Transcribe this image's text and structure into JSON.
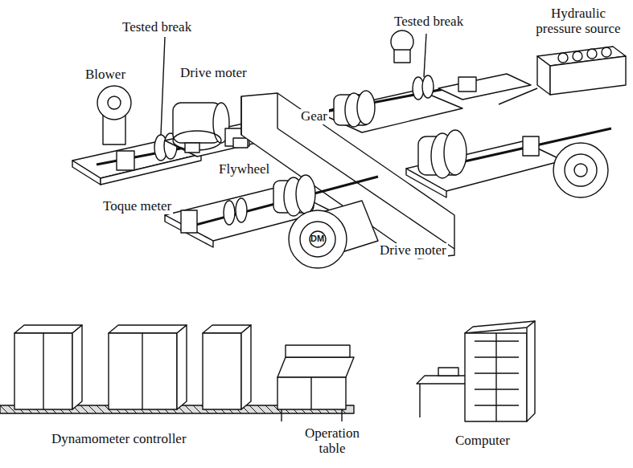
{
  "diagram": {
    "labels": [
      "Hydraulic pressure source",
      "Tested break",
      "Tested break",
      "Blower",
      "Drive moter",
      "Gear",
      "Flywheel",
      "Toque meter",
      "DM",
      "Drive moter",
      "Dynamometer controller",
      "Operation table",
      "Computer"
    ]
  }
}
